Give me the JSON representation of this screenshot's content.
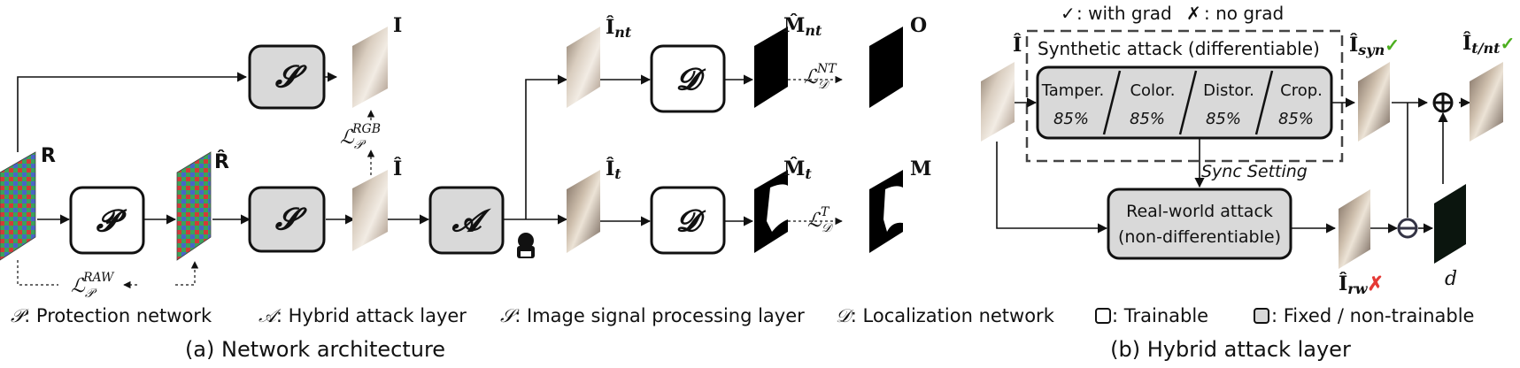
{
  "colors": {
    "fixed_fill": "#d9d9d9",
    "check_green": "#4caf1f",
    "cross_red": "#e53935",
    "raw_red": "#d33a3a",
    "raw_green": "#3aa35a",
    "raw_blue": "#4a64c8"
  },
  "symbols": {
    "P": "𝓟",
    "S": "𝓢",
    "A": "𝓐",
    "D": "𝓓"
  },
  "images": {
    "R": "R",
    "R_hat": "R̂",
    "I": "I",
    "I_hat": "Î",
    "I_nt": "Î",
    "I_nt_sub": "nt",
    "I_t": "Î",
    "I_t_sub": "t",
    "M_nt": "M̂",
    "M_nt_sub": "nt",
    "M_t": "M̂",
    "M_t_sub": "t",
    "O": "O",
    "M": "M"
  },
  "losses": {
    "L": "ℒ",
    "rgb_sub": "𝒫",
    "rgb_sup": "RGB",
    "raw_sub": "𝒫",
    "raw_sup": "RAW",
    "nt_sub": "𝒟",
    "nt_sup": "NT",
    "t_sub": "𝒟",
    "t_sup": "T"
  },
  "legend": {
    "p_sym": "𝒫",
    "p_text": ": Protection network",
    "a_sym": "𝒜",
    "a_text": ": Hybrid attack layer",
    "s_sym": "𝒮",
    "s_text": ": Image signal processing layer",
    "d_sym": "𝒟",
    "d_text": ": Localization network",
    "trainable": ": Trainable",
    "fixed": ": Fixed / non-trainable"
  },
  "captions": {
    "a": "(a) Network architecture",
    "b": "(b) Hybrid attack layer"
  },
  "hybrid": {
    "with_grad": ": with grad",
    "no_grad": ": no grad",
    "synthetic_title": "Synthetic attack (differentiable)",
    "stages": [
      {
        "name": "Tamper.",
        "pct": "85%"
      },
      {
        "name": "Color.",
        "pct": "85%"
      },
      {
        "name": "Distor.",
        "pct": "85%"
      },
      {
        "name": "Crop.",
        "pct": "85%"
      }
    ],
    "sync": "Sync Setting",
    "realworld_l1": "Real-world attack",
    "realworld_l2": "(non-differentiable)",
    "input": "Î",
    "syn": "Î",
    "syn_sub": "syn",
    "rw": "Î",
    "rw_sub": "rw",
    "out": "Î",
    "out_sub": "t/nt",
    "d": "d",
    "check": "✓",
    "cross": "✗"
  }
}
